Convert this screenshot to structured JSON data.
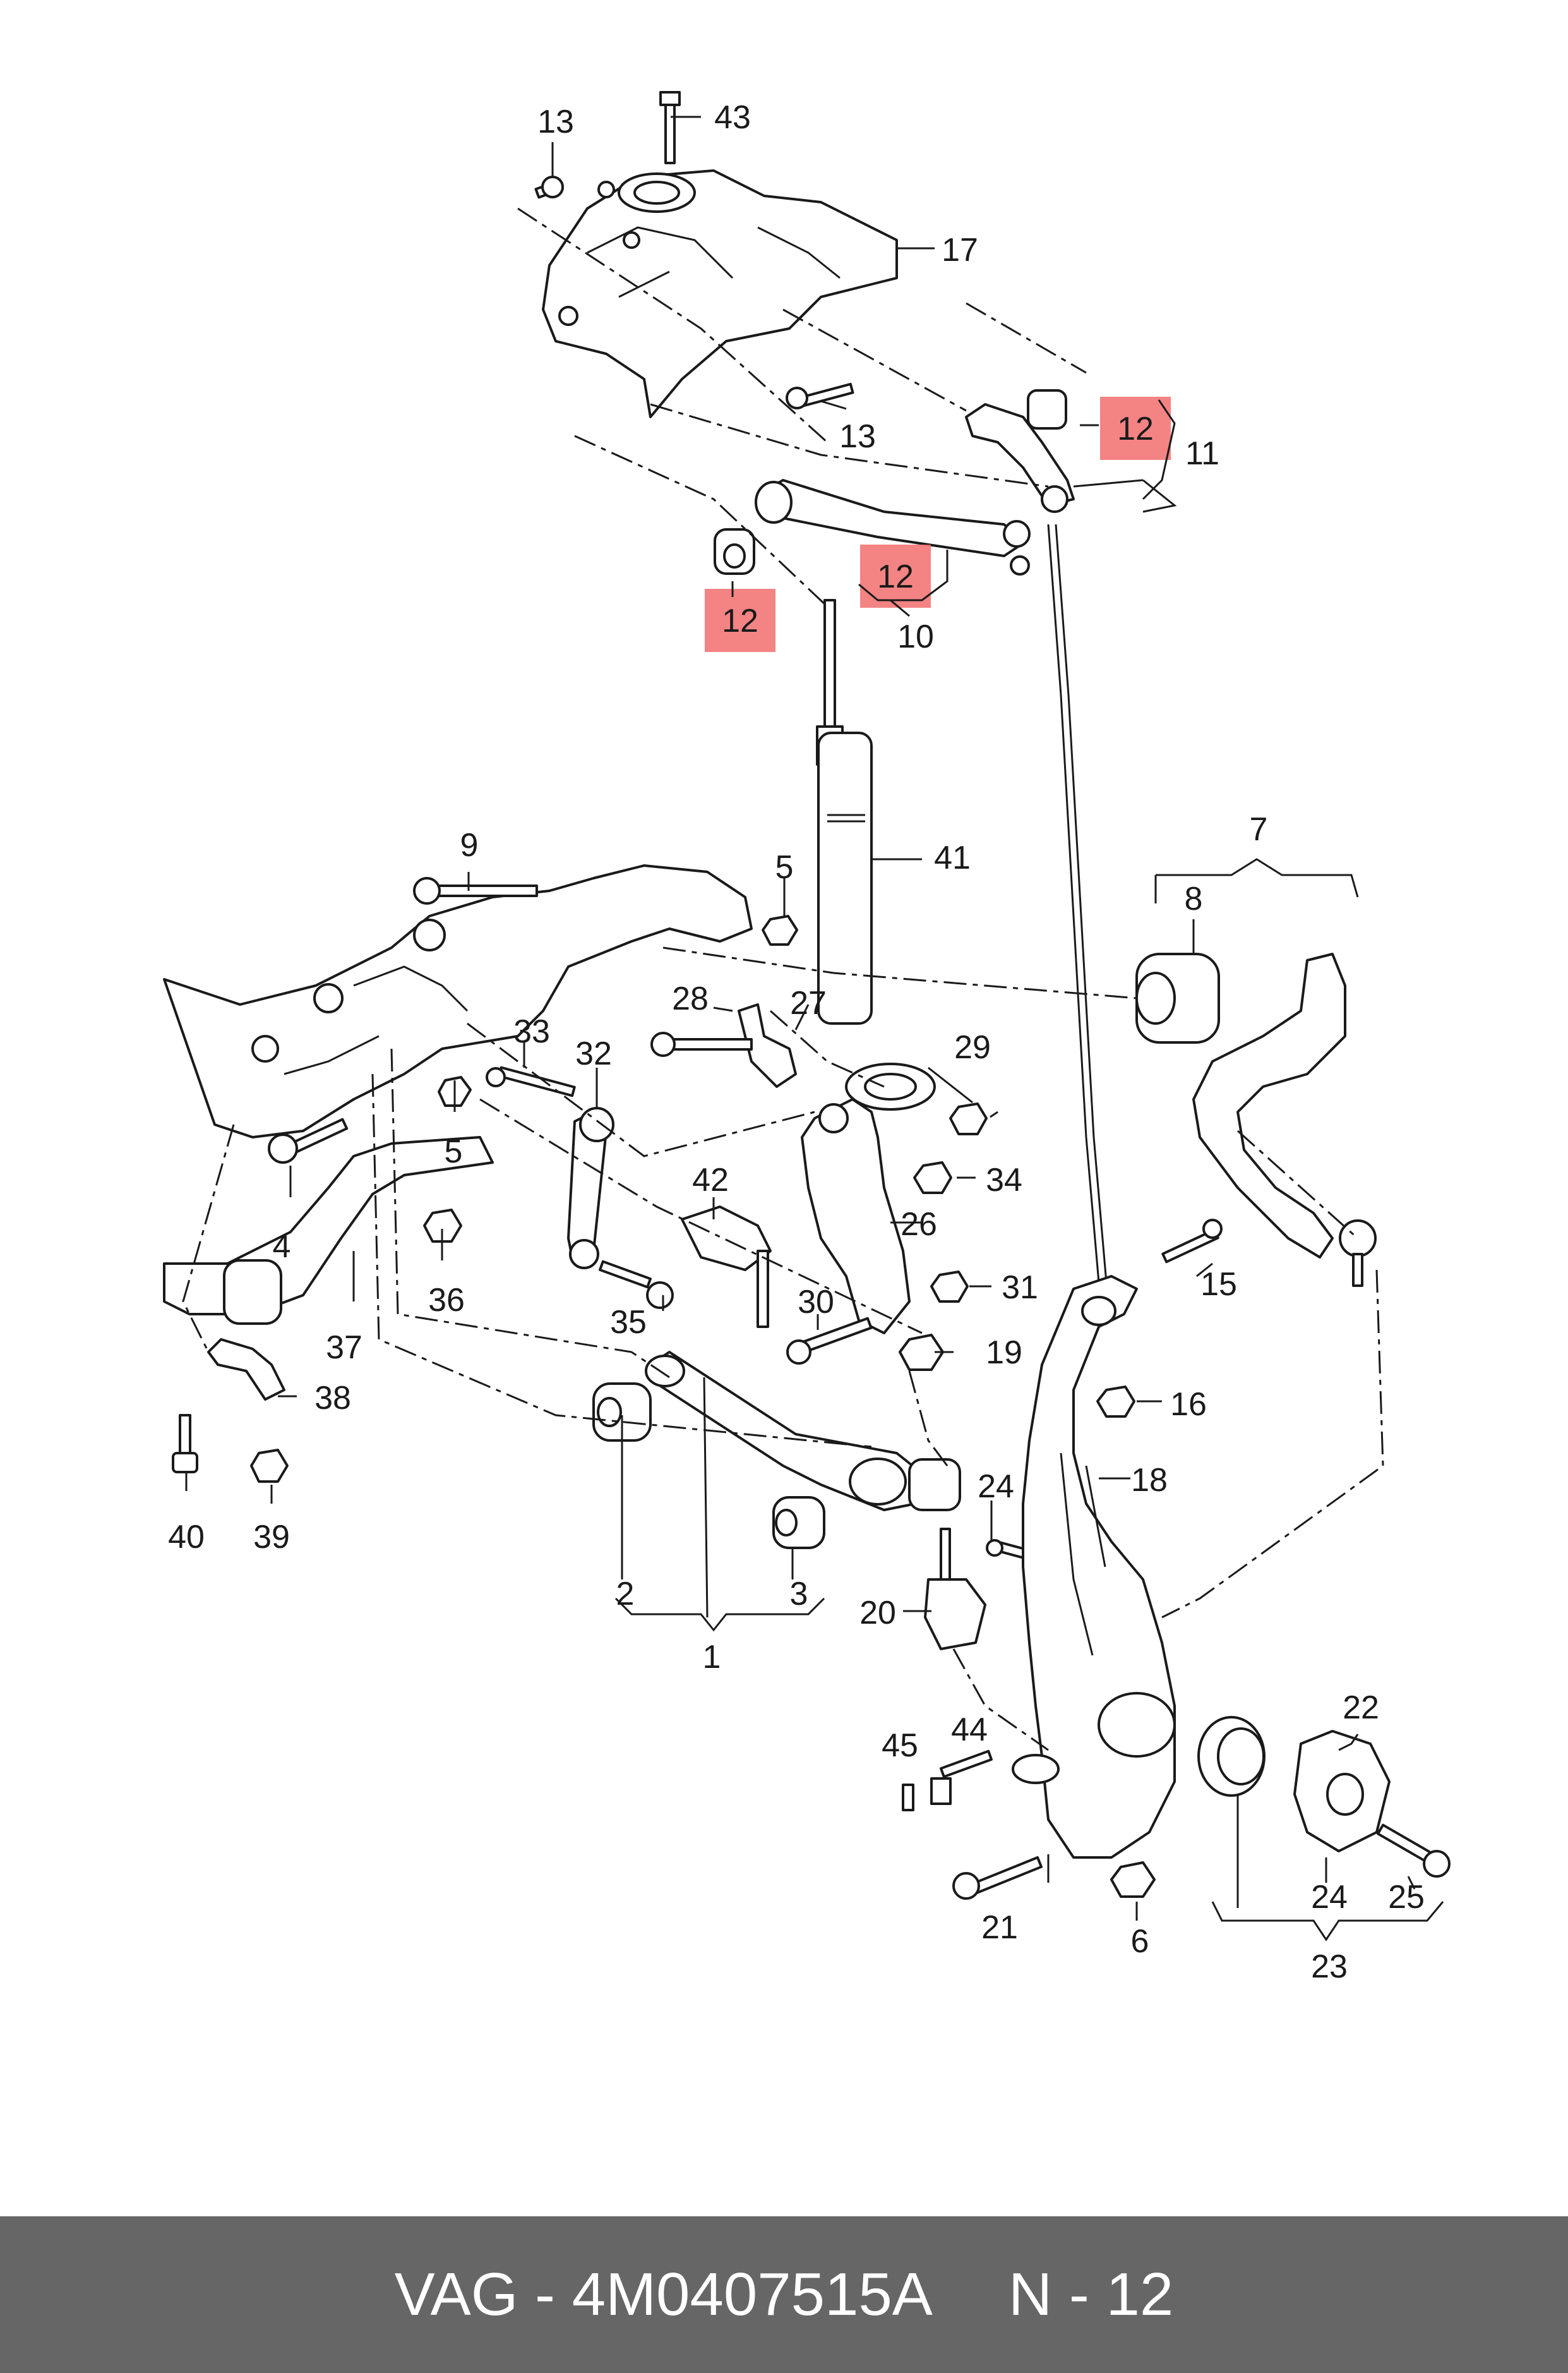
{
  "colors": {
    "highlight": "#f26d6d",
    "footer_bg": "#666666",
    "line": "#1a1a1a"
  },
  "labels": {
    "l1": "1",
    "l2": "2",
    "l3": "3",
    "l4": "4",
    "l5a": "5",
    "l5b": "5",
    "l6": "6",
    "l7": "7",
    "l8": "8",
    "l9": "9",
    "l10": "10",
    "l11": "11",
    "l12a": "12",
    "l12b": "12",
    "l12c": "12",
    "l13a": "13",
    "l13b": "13",
    "l15": "15",
    "l16": "16",
    "l17": "17",
    "l18": "18",
    "l19": "19",
    "l20": "20",
    "l21": "21",
    "l22": "22",
    "l23": "23",
    "l24a": "24",
    "l24b": "24",
    "l25": "25",
    "l26": "26",
    "l27": "27",
    "l28": "28",
    "l29": "29",
    "l30": "30",
    "l31": "31",
    "l32": "32",
    "l33": "33",
    "l34": "34",
    "l35": "35",
    "l36": "36",
    "l37": "37",
    "l38": "38",
    "l39": "39",
    "l40": "40",
    "l41": "41",
    "l42": "42",
    "l43": "43",
    "l44": "44",
    "l45": "45"
  },
  "footer": {
    "part_number": "VAG - 4M0407515A",
    "position": "N - 12"
  }
}
